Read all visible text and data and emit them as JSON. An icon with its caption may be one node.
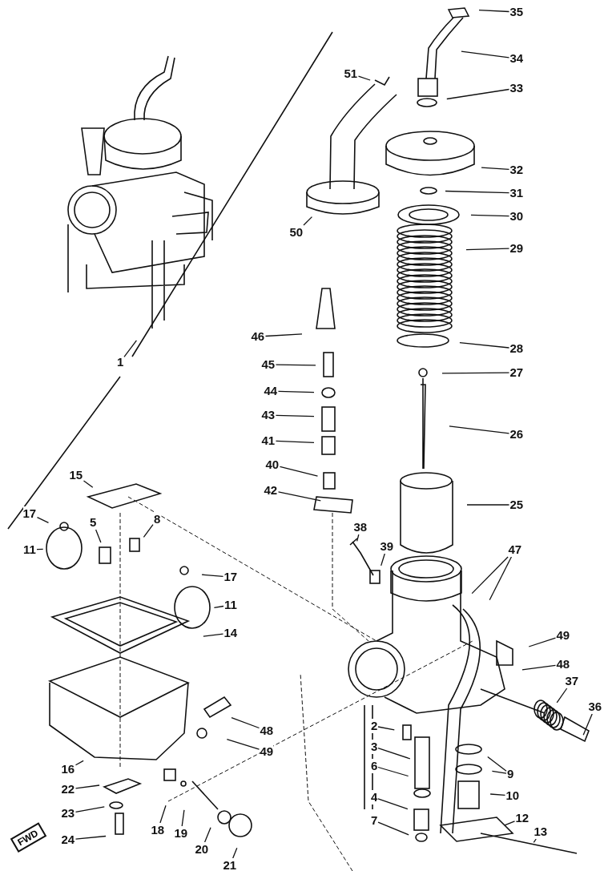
{
  "diagram": {
    "nodes": [
      {
        "text": [
          "35"
        ]
      },
      {
        "text": [
          "34"
        ]
      },
      {
        "text": [
          "51"
        ]
      },
      {
        "text": [
          "33"
        ]
      },
      {
        "text": [
          "32"
        ]
      },
      {
        "text": [
          "31"
        ]
      },
      {
        "text": [
          "30"
        ]
      },
      {
        "text": [
          "50"
        ]
      },
      {
        "text": [
          "29"
        ]
      },
      {
        "text": [
          "46"
        ]
      },
      {
        "text": [
          "45"
        ]
      },
      {
        "text": [
          "28"
        ]
      },
      {
        "text": [
          "44"
        ]
      },
      {
        "text": [
          "27"
        ]
      },
      {
        "text": [
          "43"
        ]
      },
      {
        "text": [
          "1"
        ]
      },
      {
        "text": [
          "26"
        ]
      },
      {
        "text": [
          "41"
        ]
      },
      {
        "text": [
          "40"
        ]
      },
      {
        "text": [
          "42"
        ]
      },
      {
        "text": [
          "25"
        ]
      },
      {
        "text": [
          "15"
        ]
      },
      {
        "text": [
          "17"
        ]
      },
      {
        "text": [
          "38"
        ]
      },
      {
        "text": [
          "8"
        ]
      },
      {
        "text": [
          "5"
        ]
      },
      {
        "text": [
          "39"
        ]
      },
      {
        "text": [
          "11"
        ]
      },
      {
        "text": [
          "47"
        ]
      },
      {
        "text": [
          "17"
        ]
      },
      {
        "text": [
          "11"
        ]
      },
      {
        "text": [
          "14"
        ]
      },
      {
        "text": [
          "49"
        ]
      },
      {
        "text": [
          "48"
        ]
      },
      {
        "text": [
          "37"
        ]
      },
      {
        "text": [
          "36"
        ]
      },
      {
        "text": [
          "2"
        ]
      },
      {
        "text": [
          "48"
        ]
      },
      {
        "text": [
          "3"
        ]
      },
      {
        "text": [
          "49"
        ]
      },
      {
        "text": [
          "9"
        ]
      },
      {
        "text": [
          "16"
        ]
      },
      {
        "text": [
          "6"
        ]
      },
      {
        "text": [
          "22"
        ]
      },
      {
        "text": [
          "10"
        ]
      },
      {
        "text": [
          "4"
        ]
      },
      {
        "text": [
          "23"
        ]
      },
      {
        "text": [
          "12"
        ]
      },
      {
        "text": [
          "18"
        ]
      },
      {
        "text": [
          "7"
        ]
      },
      {
        "text": [
          "19"
        ]
      },
      {
        "text": [
          "13"
        ]
      },
      {
        "text": [
          "24"
        ]
      },
      {
        "text": [
          "20"
        ]
      },
      {
        "text": [
          "FWD"
        ]
      },
      {
        "text": [
          "21"
        ]
      }
    ],
    "edges": [
      {
        "from": 0,
        "to": null,
        "arrow": "none"
      },
      {
        "from": 1,
        "to": null,
        "arrow": "none"
      },
      {
        "from": 2,
        "to": null,
        "arrow": "none"
      },
      {
        "from": 3,
        "to": null,
        "arrow": "none"
      },
      {
        "from": 4,
        "to": null,
        "arrow": "none"
      },
      {
        "from": 5,
        "to": null,
        "arrow": "none"
      },
      {
        "from": 6,
        "to": null,
        "arrow": "none"
      },
      {
        "from": 7,
        "to": null,
        "arrow": "none"
      },
      {
        "from": 8,
        "to": null,
        "arrow": "none"
      },
      {
        "from": 9,
        "to": null,
        "arrow": "none"
      },
      {
        "from": 10,
        "to": null,
        "arrow": "none"
      },
      {
        "from": 11,
        "to": null,
        "arrow": "none"
      },
      {
        "from": 12,
        "to": null,
        "arrow": "none"
      },
      {
        "from": 13,
        "to": null,
        "arrow": "none"
      },
      {
        "from": 14,
        "to": null,
        "arrow": "none"
      },
      {
        "from": 15,
        "to": null,
        "arrow": "none"
      },
      {
        "from": 16,
        "to": null,
        "arrow": "none"
      },
      {
        "from": 17,
        "to": null,
        "arrow": "none"
      },
      {
        "from": 18,
        "to": null,
        "arrow": "none"
      },
      {
        "from": 19,
        "to": null,
        "arrow": "none"
      },
      {
        "from": 20,
        "to": null,
        "arrow": "none"
      },
      {
        "from": 21,
        "to": null,
        "arrow": "none"
      },
      {
        "from": 22,
        "to": null,
        "arrow": "none"
      },
      {
        "from": 23,
        "to": null,
        "arrow": "none"
      },
      {
        "from": 24,
        "to": null,
        "arrow": "none"
      },
      {
        "from": 25,
        "to": null,
        "arrow": "none"
      },
      {
        "from": 26,
        "to": null,
        "arrow": "none"
      },
      {
        "from": 27,
        "to": null,
        "arrow": "none"
      },
      {
        "from": 28,
        "to": null,
        "arrow": "none"
      },
      {
        "from": 28,
        "to": null,
        "arrow": "none"
      },
      {
        "from": 29,
        "to": null,
        "arrow": "none"
      },
      {
        "from": 30,
        "to": null,
        "arrow": "none"
      },
      {
        "from": 31,
        "to": null,
        "arrow": "none"
      },
      {
        "from": 32,
        "to": null,
        "arrow": "none"
      },
      {
        "from": 33,
        "to": null,
        "arrow": "none"
      },
      {
        "from": 34,
        "to": null,
        "arrow": "none"
      },
      {
        "from": 35,
        "to": null,
        "arrow": "none"
      },
      {
        "from": 36,
        "to": null,
        "arrow": "none"
      },
      {
        "from": 37,
        "to": null,
        "arrow": "none"
      },
      {
        "from": 38,
        "to": null,
        "arrow": "none"
      },
      {
        "from": 39,
        "to": null,
        "arrow": "none"
      },
      {
        "from": 40,
        "to": null,
        "arrow": "none"
      },
      {
        "from": 40,
        "to": null,
        "arrow": "none"
      },
      {
        "from": 41,
        "to": null,
        "arrow": "none"
      },
      {
        "from": 42,
        "to": null,
        "arrow": "none"
      },
      {
        "from": 43,
        "to": null,
        "arrow": "none"
      },
      {
        "from": 44,
        "to": null,
        "arrow": "none"
      },
      {
        "from": 45,
        "to": null,
        "arrow": "none"
      },
      {
        "from": 46,
        "to": null,
        "arrow": "none"
      },
      {
        "from": 47,
        "to": null,
        "arrow": "none"
      },
      {
        "from": 48,
        "to": null,
        "arrow": "none"
      },
      {
        "from": 49,
        "to": null,
        "arrow": "none"
      },
      {
        "from": 50,
        "to": null,
        "arrow": "none"
      },
      {
        "from": 51,
        "to": null,
        "arrow": "none"
      },
      {
        "from": 52,
        "to": null,
        "arrow": "none"
      },
      {
        "from": 53,
        "to": null,
        "arrow": "none"
      },
      {
        "from": 55,
        "to": null,
        "arrow": "none"
      }
    ]
  }
}
